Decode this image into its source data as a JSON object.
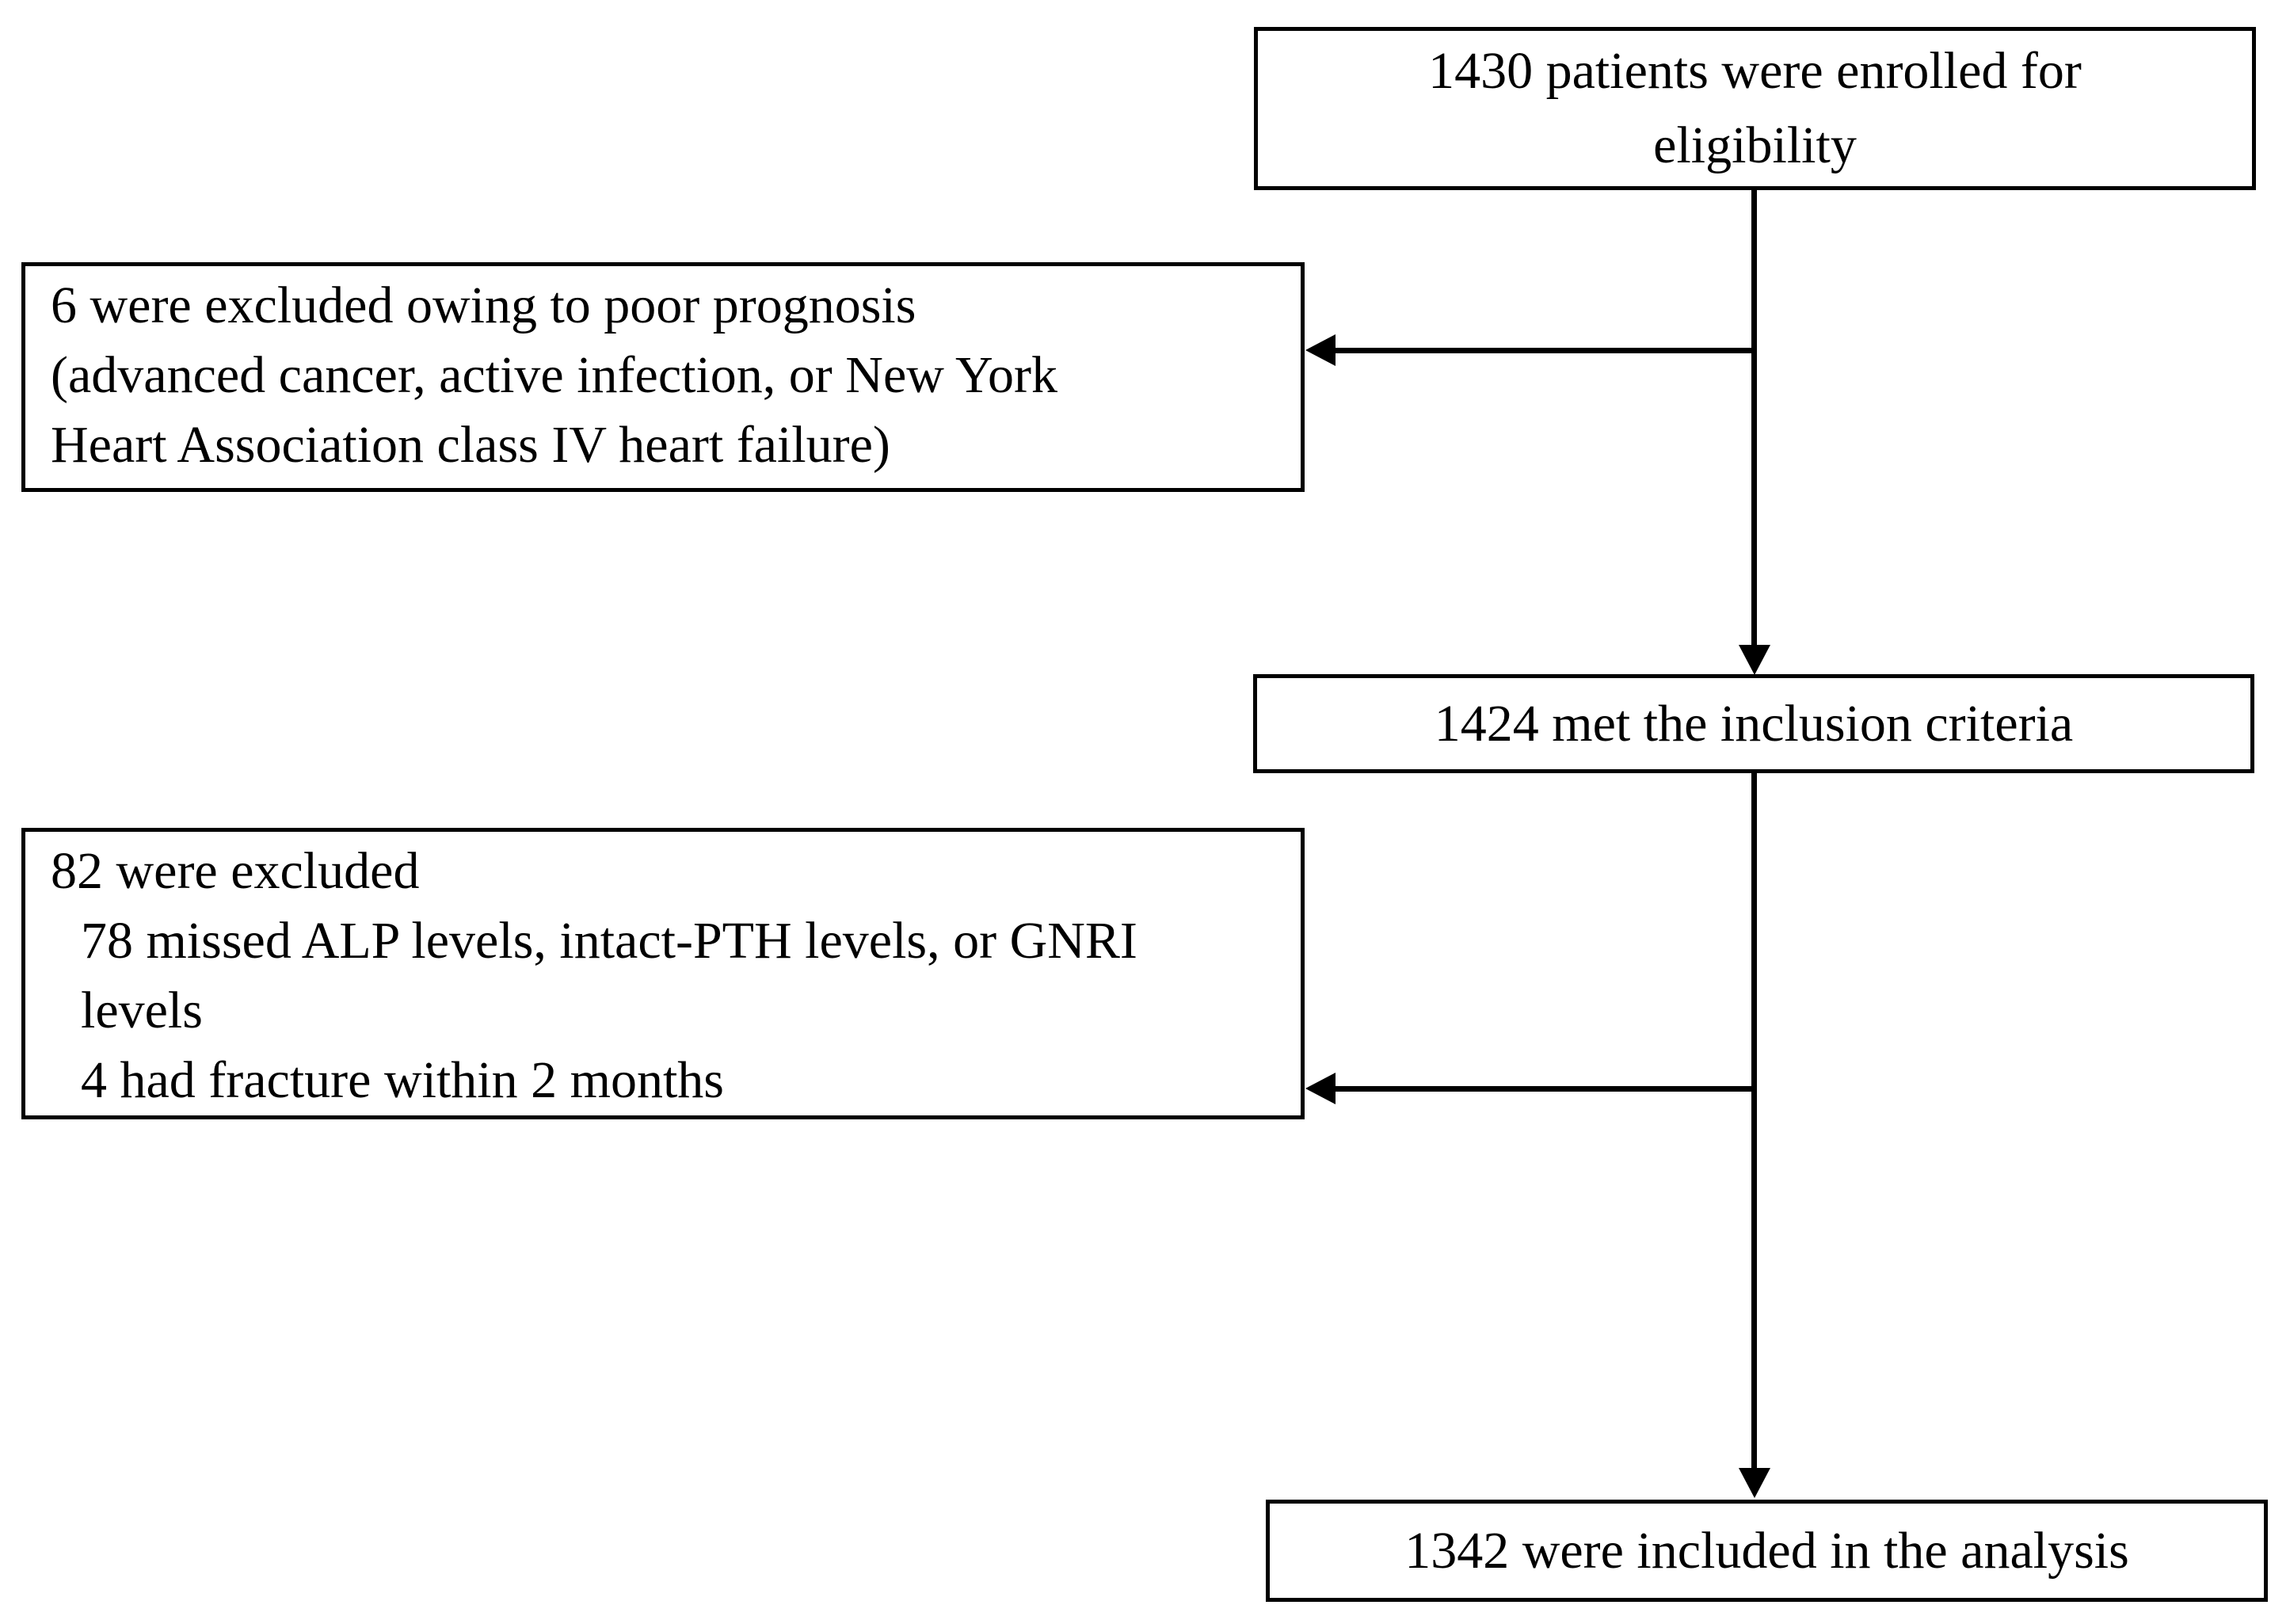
{
  "diagram": {
    "type": "patient-enrollment-flowchart",
    "background_color": "#ffffff",
    "line_color": "#000000",
    "boxes": {
      "enrolled": {
        "lines": [
          "1430 patients were enrolled for",
          "eligibility"
        ]
      },
      "excluded_prognosis": {
        "lines": [
          "6 were excluded owing to poor prognosis",
          "(advanced cancer, active infection, or New York",
          "Heart Association class IV heart failure)"
        ]
      },
      "inclusion": {
        "lines": [
          "1424 met the inclusion criteria"
        ]
      },
      "excluded_missing": {
        "lines": [
          "82 were excluded",
          "78 missed ALP levels, intact-PTH levels, or GNRI",
          "levels",
          "4 had fracture within 2 months"
        ]
      },
      "analysis": {
        "lines": [
          "1342 were included in the analysis"
        ]
      }
    }
  }
}
